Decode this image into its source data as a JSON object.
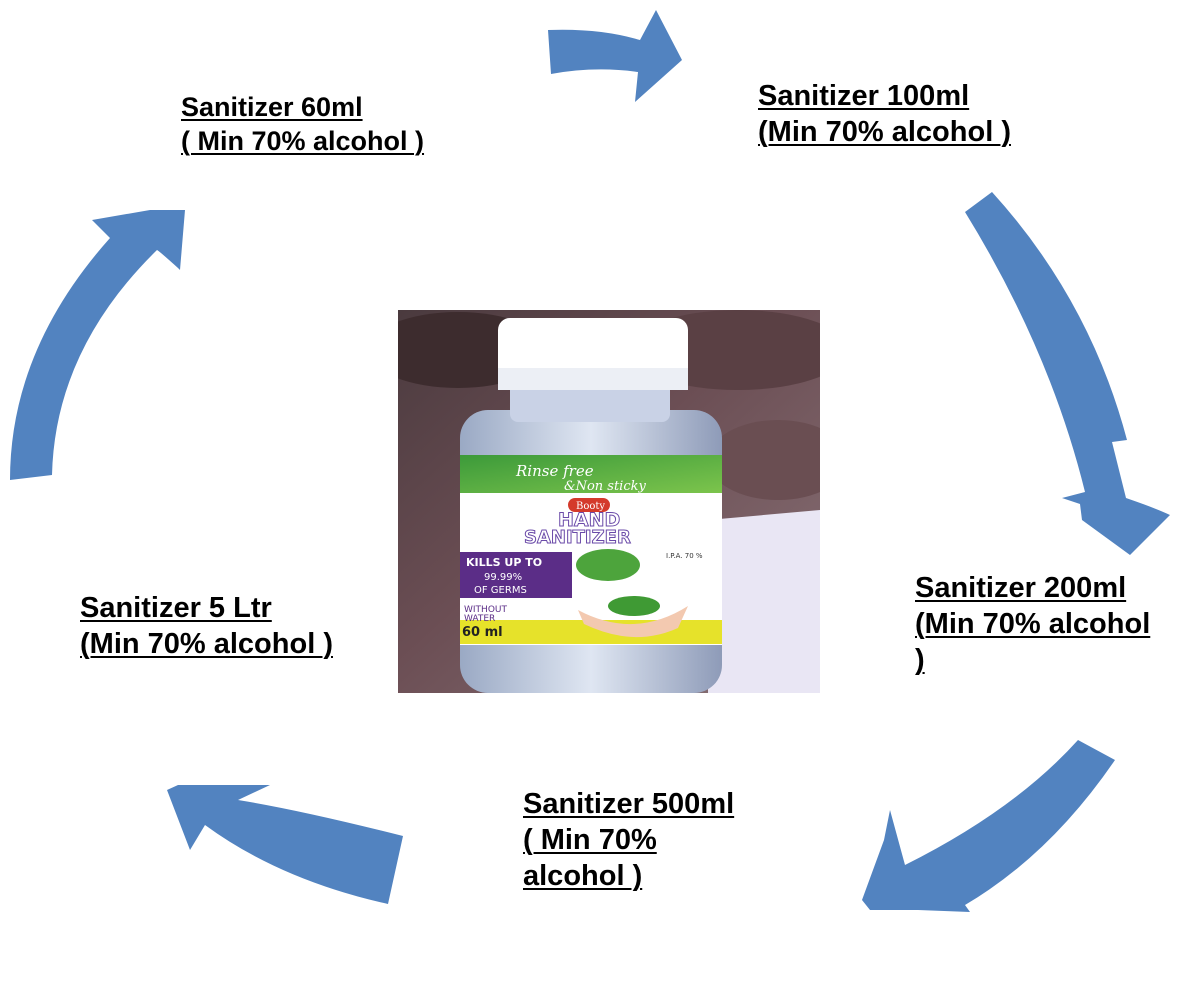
{
  "diagram": {
    "arrow_color": "#5283c0",
    "nodes": [
      {
        "line1": "Sanitizer 60ml",
        "line2": "( Min 70% alcohol )"
      },
      {
        "line1": "Sanitizer 100ml",
        "line2": "(Min 70% alcohol )"
      },
      {
        "line1": "Sanitizer 200ml",
        "line2": "(Min 70% alcohol",
        "line3": ")"
      },
      {
        "line1": "Sanitizer 500ml",
        "line2": "( Min 70%",
        "line3": "alcohol )"
      },
      {
        "line1": "Sanitizer 5 Ltr",
        "line2": "(Min 70% alcohol )"
      }
    ],
    "center_image": {
      "label_line1": "Rinse free",
      "label_line2": "&Non sticky",
      "brand": "Booty",
      "product_line1": "HAND",
      "product_line2": "SANITIZER",
      "kills_line1": "KILLS UP TO",
      "kills_line2": "99.99%",
      "kills_line3": "OF GERMS",
      "without_line1": "WITHOUT",
      "without_line2": "WATER",
      "volume": "60 ml",
      "ipa": "I.P.A. 70 %"
    }
  }
}
